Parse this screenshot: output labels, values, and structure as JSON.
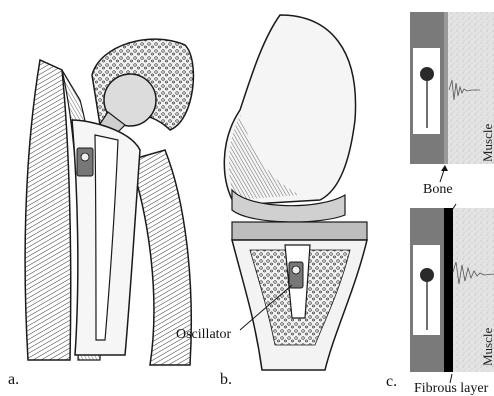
{
  "panels": {
    "a": {
      "label": "a."
    },
    "b": {
      "label": "b.",
      "callout": "Oscillator"
    },
    "c": {
      "label": "c.",
      "top": {
        "bone_label": "Bone",
        "muscle_label": "Muscle"
      },
      "bottom": {
        "layer_label": "Fibrous layer",
        "muscle_label": "Muscle"
      }
    }
  },
  "colors": {
    "ink": "#1a1a1a",
    "bone_gray": "#7a7a7a",
    "muscle_gray": "#d9d9d9",
    "fibrous_black": "#000000"
  }
}
